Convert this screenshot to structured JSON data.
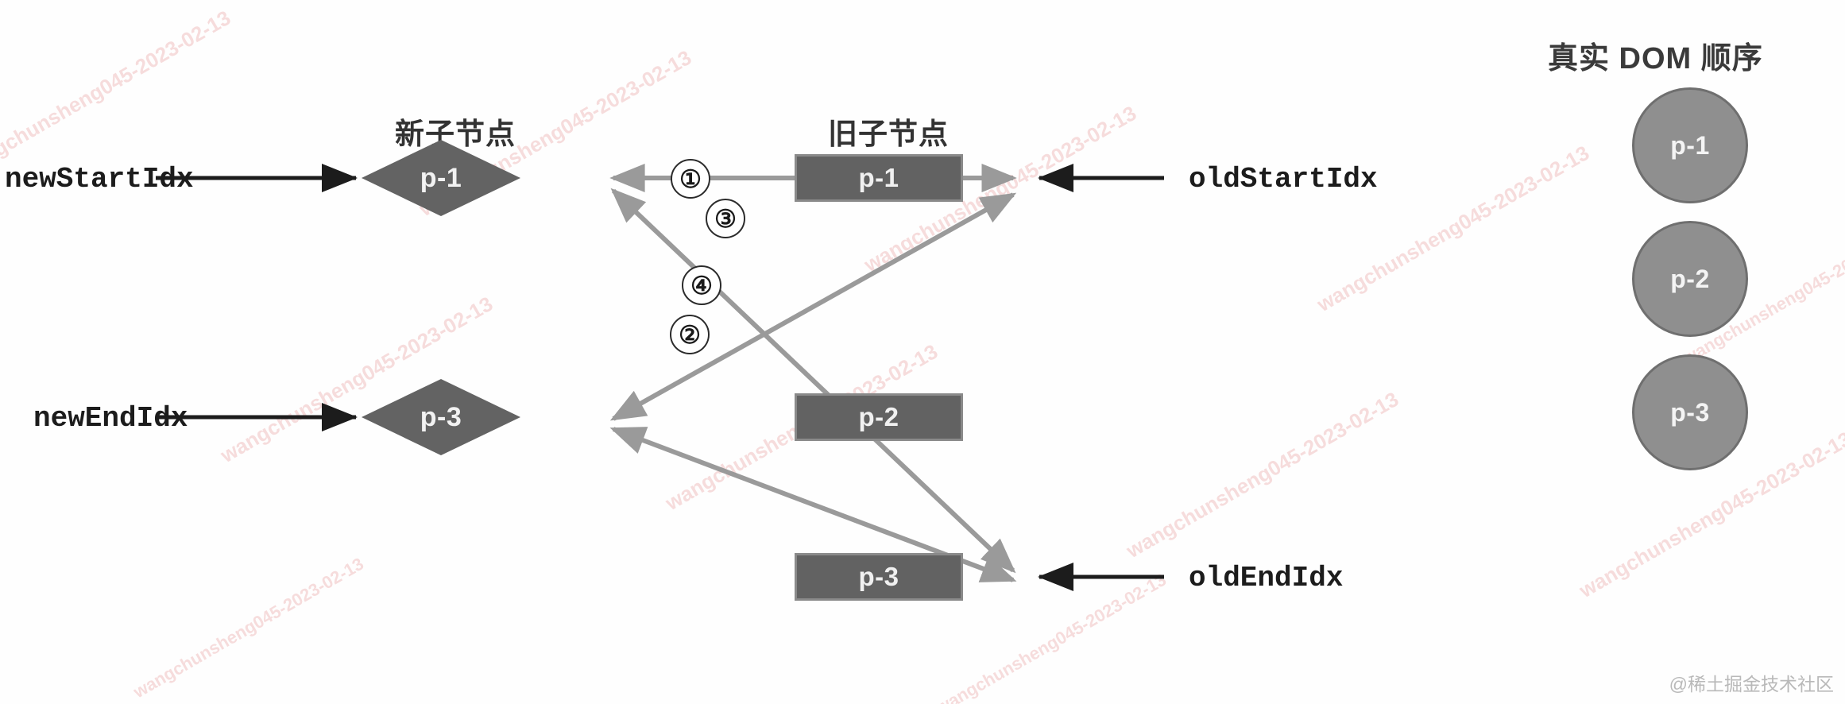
{
  "headers": {
    "new_children": "新子节点",
    "old_children": "旧子节点",
    "real_dom_order": "真实 DOM 顺序"
  },
  "pointers": {
    "new_start": "newStartIdx",
    "new_end": "newEndIdx",
    "old_start": "oldStartIdx",
    "old_end": "oldEndIdx"
  },
  "new_children": [
    {
      "label": "p-1"
    },
    {
      "label": "p-3"
    }
  ],
  "old_children": [
    {
      "label": "p-1"
    },
    {
      "label": "p-2"
    },
    {
      "label": "p-3"
    }
  ],
  "real_dom": [
    {
      "label": "p-1"
    },
    {
      "label": "p-2"
    },
    {
      "label": "p-3"
    }
  ],
  "steps": [
    {
      "id": "1",
      "symbol": "①",
      "from": "new p-1",
      "to": "old p-1"
    },
    {
      "id": "2",
      "symbol": "②",
      "from": "new p-3",
      "to": "old p-3"
    },
    {
      "id": "3",
      "symbol": "③",
      "from": "new p-3",
      "to": "old p-1"
    },
    {
      "id": "4",
      "symbol": "④",
      "from": "new p-1",
      "to": "old p-3"
    }
  ],
  "watermarks": {
    "author": "wangchunsheng045-2023-02-13",
    "credit": "@稀土掘金技术社区"
  },
  "colors": {
    "diamond_fill": "#636363",
    "box_fill": "#626262",
    "box_border": "#8a8a8a",
    "circle_fill": "#8f8f8f",
    "circle_border": "#6f6f6f",
    "arrow_black": "#1c1c1c",
    "arrow_gray": "#9a9a9a",
    "watermark_pink": "#f6dada",
    "text_dark": "#333333",
    "background": "#fefefe"
  }
}
